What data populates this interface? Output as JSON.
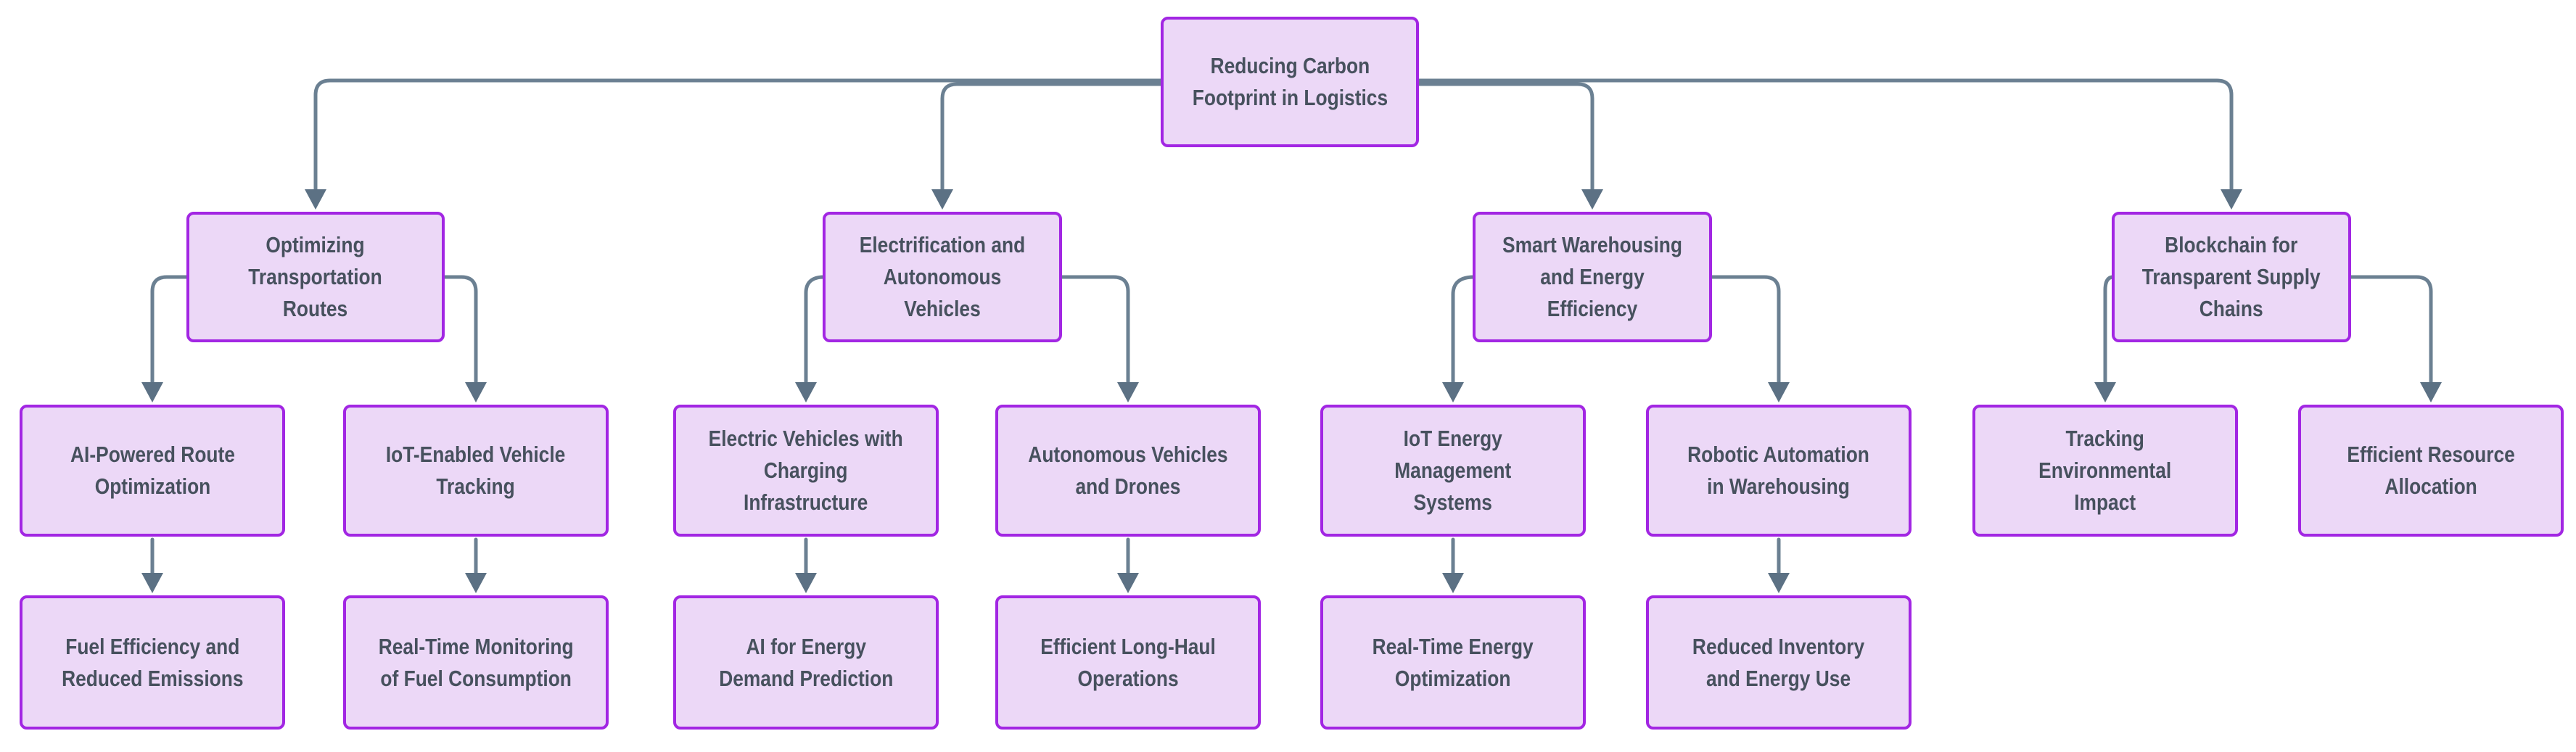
{
  "diagram": {
    "type": "flowchart-tree",
    "title": "Reducing Carbon Footprint in Logistics",
    "colors": {
      "node_fill": "#ECD8F7",
      "node_border": "#A226E3",
      "edge_line": "#6B8092",
      "edge_arrowhead": "#5C7184",
      "text": "#47515E",
      "background": "#FFFFFF"
    },
    "nodes": {
      "root": {
        "label": "Reducing Carbon\nFootprint in Logistics"
      },
      "b1": {
        "label": "Optimizing\nTransportation\nRoutes"
      },
      "b2": {
        "label": "Electrification and\nAutonomous Vehicles"
      },
      "b3": {
        "label": "Smart Warehousing\nand Energy Efficiency"
      },
      "b4": {
        "label": "Blockchain for\nTransparent Supply\nChains"
      },
      "n1a": {
        "label": "AI-Powered Route\nOptimization"
      },
      "n1b": {
        "label": "IoT-Enabled Vehicle\nTracking"
      },
      "n2a": {
        "label": "Electric Vehicles with\nCharging\nInfrastructure"
      },
      "n2b": {
        "label": "Autonomous Vehicles\nand Drones"
      },
      "n3a": {
        "label": "IoT Energy\nManagement\nSystems"
      },
      "n3b": {
        "label": "Robotic Automation\nin Warehousing"
      },
      "n4a": {
        "label": "Tracking\nEnvironmental\nImpact"
      },
      "n4b": {
        "label": "Efficient Resource\nAllocation"
      },
      "m1a": {
        "label": "Fuel Efficiency and\nReduced Emissions"
      },
      "m1b": {
        "label": "Real-Time Monitoring\nof Fuel Consumption"
      },
      "m2a": {
        "label": "AI for Energy\nDemand Prediction"
      },
      "m2b": {
        "label": "Efficient Long-Haul\nOperations"
      },
      "m3a": {
        "label": "Real-Time Energy\nOptimization"
      },
      "m3b": {
        "label": "Reduced Inventory\nand Energy Use"
      }
    },
    "edges": [
      {
        "from": "root",
        "to": "b1"
      },
      {
        "from": "root",
        "to": "b2"
      },
      {
        "from": "root",
        "to": "b3"
      },
      {
        "from": "root",
        "to": "b4"
      },
      {
        "from": "b1",
        "to": "n1a"
      },
      {
        "from": "b1",
        "to": "n1b"
      },
      {
        "from": "b2",
        "to": "n2a"
      },
      {
        "from": "b2",
        "to": "n2b"
      },
      {
        "from": "b3",
        "to": "n3a"
      },
      {
        "from": "b3",
        "to": "n3b"
      },
      {
        "from": "b4",
        "to": "n4a"
      },
      {
        "from": "b4",
        "to": "n4b"
      },
      {
        "from": "n1a",
        "to": "m1a"
      },
      {
        "from": "n1b",
        "to": "m1b"
      },
      {
        "from": "n2a",
        "to": "m2a"
      },
      {
        "from": "n2b",
        "to": "m2b"
      },
      {
        "from": "n3a",
        "to": "m3a"
      },
      {
        "from": "n3b",
        "to": "m3b"
      }
    ]
  }
}
